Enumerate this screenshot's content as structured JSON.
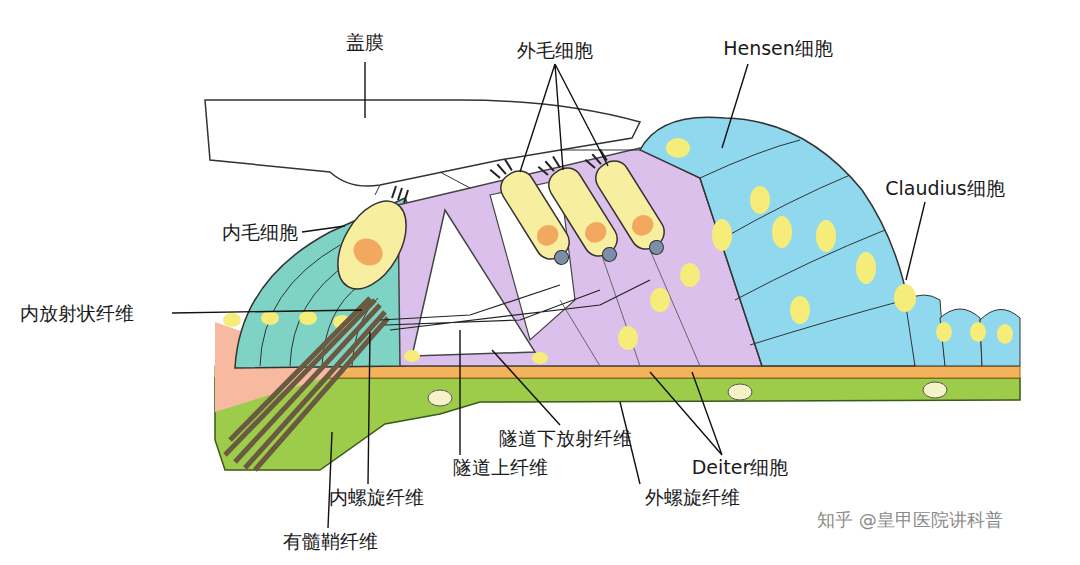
{
  "diagram": {
    "labels": [
      "盖膜",
      "外毛细胞",
      "Hensen细胞",
      "Claudius细胞",
      "内毛细胞",
      "内放射状纤维",
      "隧道下放射纤维",
      "隧道上纤维",
      "Deiter细胞",
      "外螺旋纤维",
      "内螺旋纤维",
      "有髓鞘纤维",
      "知乎 @皇甲医院讲科普"
    ]
  }
}
